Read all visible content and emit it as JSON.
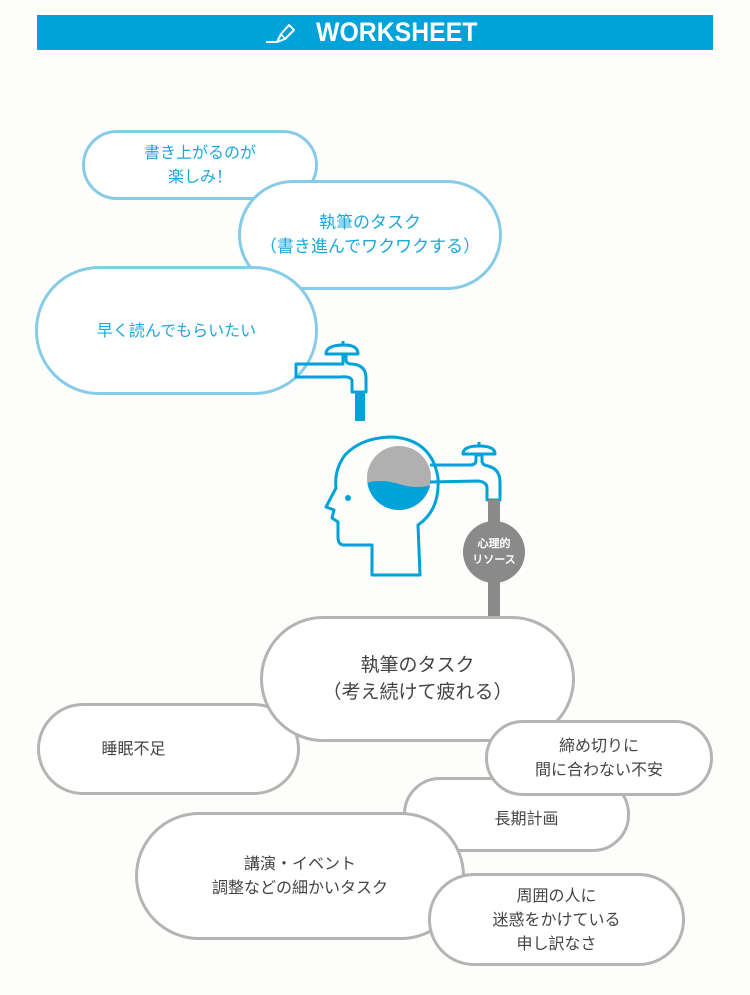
{
  "banner": {
    "title": "WORKSHEET",
    "icon": "pencil-icon",
    "color": "#00a3d9"
  },
  "positive_motivations": [
    {
      "label": "書き上がるのが\n楽しみ！"
    },
    {
      "label": "執筆のタスク\n（書き進んでワクワクする）"
    },
    {
      "label": "早く読んでもらいたい"
    }
  ],
  "center": {
    "head_icon": "head-icon",
    "faucet_in_icon": "faucet-icon",
    "faucet_out_icon": "faucet-icon",
    "resource_label": "心理的\nリソース",
    "colors": {
      "blue": "#00a3d9",
      "gray": "#8a8a8a",
      "tank_gray": "#b0b0b0"
    }
  },
  "negative_drains": [
    {
      "label": "執筆のタスク\n（考え続けて疲れる）"
    },
    {
      "label": "睡眠不足"
    },
    {
      "label": "締め切りに\n間に合わない不安"
    },
    {
      "label": "長期計画"
    },
    {
      "label": "講演・イベント\n調整などの細かいタスク"
    },
    {
      "label": "周囲の人に\n迷惑をかけている\n申し訳なさ"
    }
  ]
}
